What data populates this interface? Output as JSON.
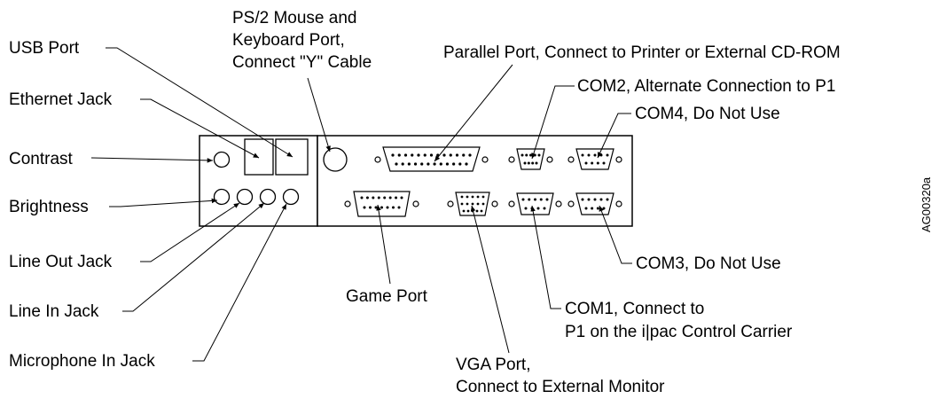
{
  "figure_id": "AG00320a",
  "callouts": {
    "usb_port": "USB Port",
    "ethernet_jack": "Ethernet Jack",
    "contrast": "Contrast",
    "brightness": "Brightness",
    "line_out_jack": "Line Out Jack",
    "line_in_jack": "Line In Jack",
    "microphone_in_jack": "Microphone In Jack",
    "ps2_port": [
      "PS/2 Mouse and",
      "Keyboard Port,",
      "Connect \"Y\" Cable"
    ],
    "parallel_port": "Parallel Port, Connect to Printer or External CD-ROM",
    "com2": "COM2, Alternate Connection to P1",
    "com4": "COM4, Do Not Use",
    "com3": "COM3, Do Not Use",
    "game_port": "Game Port",
    "com1": [
      "COM1, Connect to",
      "P1 on the i|pac Control Carrier"
    ],
    "vga_port": [
      "VGA Port,",
      "Connect to External Monitor"
    ]
  }
}
